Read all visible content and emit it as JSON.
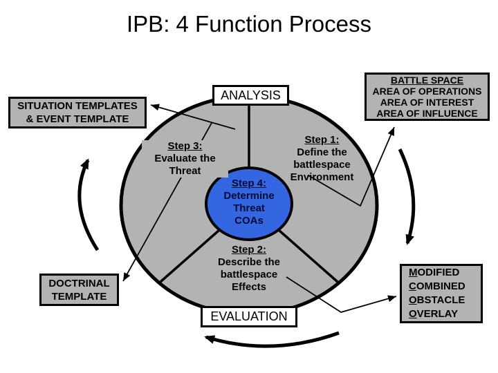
{
  "slide": {
    "title": "IPB: 4 Function Process"
  },
  "colors": {
    "shape_fill_grey": "#b3b3b3",
    "step4_fill_blue": "#3366e0",
    "outline_black": "#000000",
    "phase_box_white": "#ffffff"
  },
  "phases": {
    "analysis": "ANALYSIS",
    "evaluation": "EVALUATION"
  },
  "steps": {
    "step1": {
      "heading": "Step 1:",
      "lines": [
        "Define the",
        "battlespace",
        "Environment"
      ]
    },
    "step2": {
      "heading": "Step 2:",
      "lines": [
        "Describe the",
        "battlespace",
        "Effects"
      ]
    },
    "step3": {
      "heading": "Step 3:",
      "lines": [
        "Evaluate the",
        "Threat"
      ]
    },
    "step4": {
      "heading": "Step 4:",
      "lines": [
        "Determine",
        "Threat",
        "COAs"
      ]
    }
  },
  "callouts": {
    "situation_event": {
      "lines": [
        "SITUATION TEMPLATES",
        "& EVENT TEMPLATE"
      ]
    },
    "battle_space": {
      "heading": "BATTLE SPACE",
      "lines": [
        "AREA OF OPERATIONS",
        "AREA OF INTEREST",
        "AREA OF INFLUENCE"
      ]
    },
    "doctrinal": {
      "lines": [
        "DOCTRINAL",
        "TEMPLATE"
      ]
    },
    "mcoo": {
      "lines": [
        "MODIFIED",
        "COMBINED",
        "OBSTACLE",
        "OVERLAY"
      ]
    }
  }
}
